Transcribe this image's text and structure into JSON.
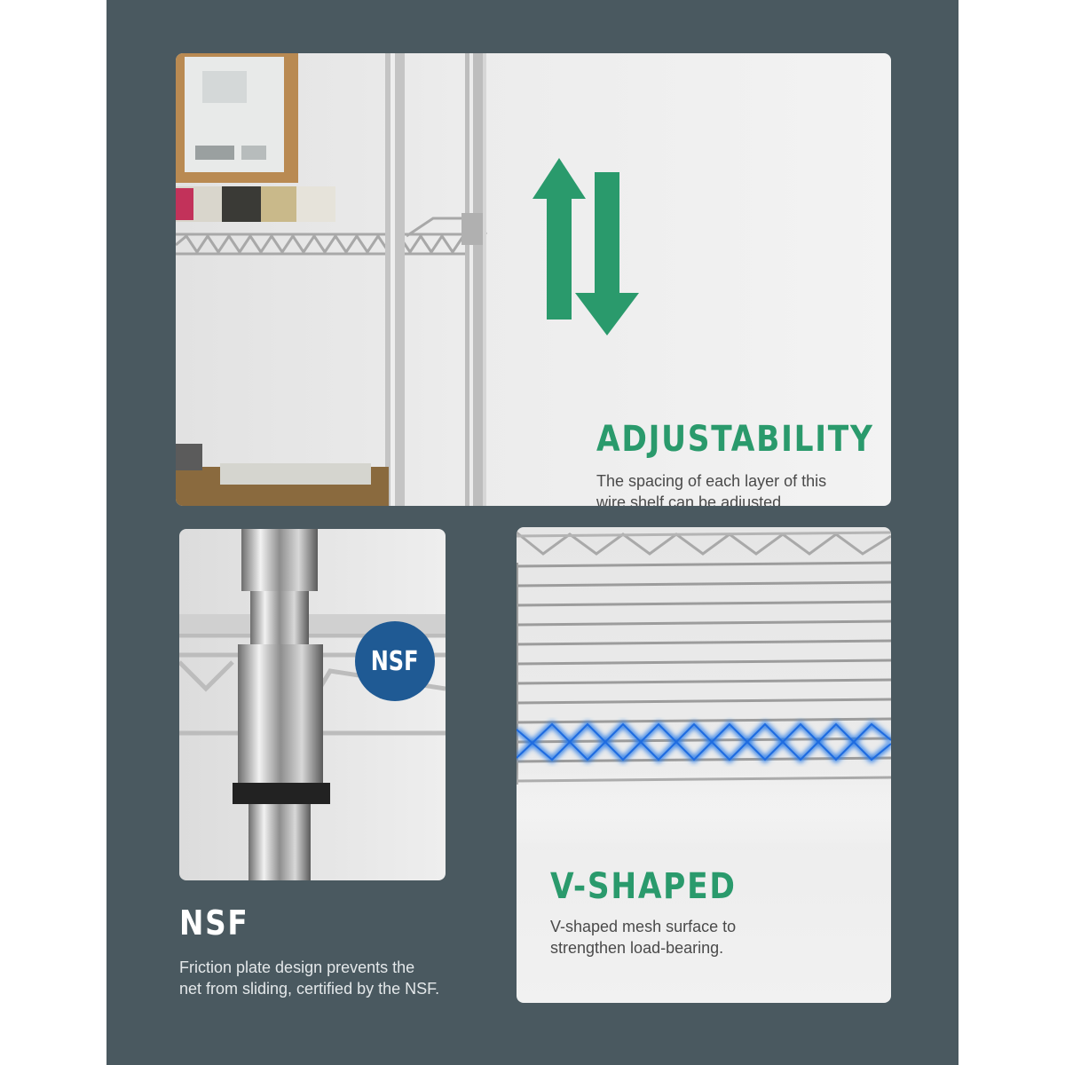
{
  "colors": {
    "panel_background": "#4a5960",
    "accent_green": "#2a9a6c",
    "nsf_blue": "#1f5a94",
    "mesh_highlight_blue": "#2f7fe8"
  },
  "icons": {
    "adjust": "up-down-arrows-icon",
    "certification": "nsf-badge-icon"
  },
  "adjustability": {
    "heading": "ADJUSTABILITY",
    "description": "The spacing of each layer of  this\nwire shelf can be adjusted."
  },
  "nsf": {
    "badge_text": "NSF",
    "heading": "NSF",
    "description": "Friction plate design prevents the\nnet from sliding, certified by the NSF."
  },
  "vshaped": {
    "heading": "V-SHAPED",
    "description": "V-shaped mesh surface to\nstrengthen load-bearing."
  }
}
